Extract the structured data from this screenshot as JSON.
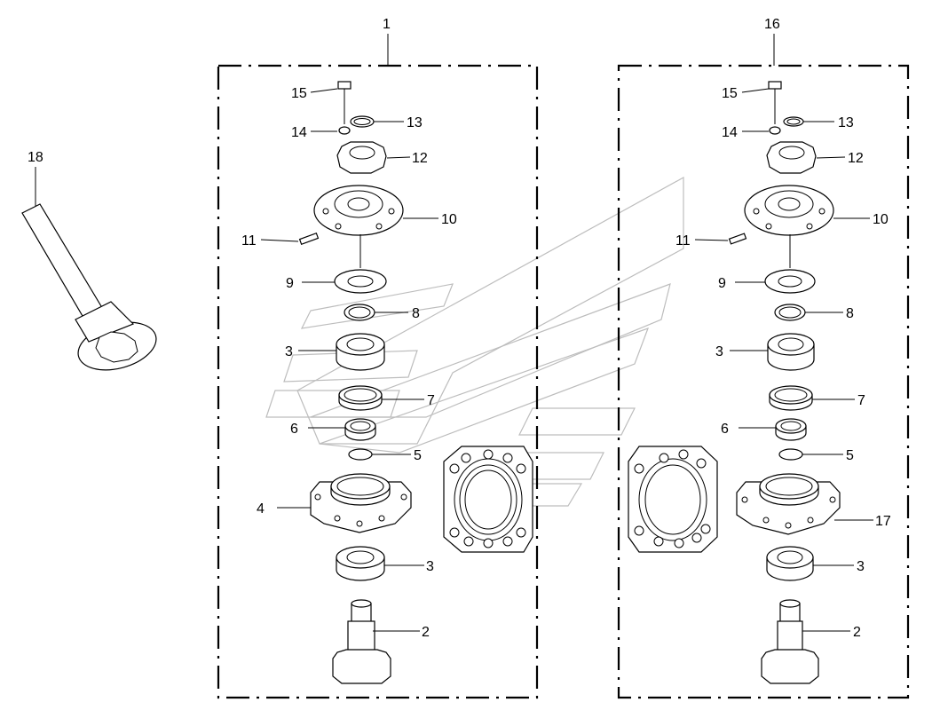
{
  "assemblies": [
    {
      "number": "1"
    },
    {
      "number": "16"
    }
  ],
  "callouts": {
    "left": [
      "15",
      "14",
      "13",
      "12",
      "10",
      "11",
      "9",
      "8",
      "3",
      "7",
      "6",
      "5",
      "4",
      "3",
      "2"
    ],
    "right": [
      "15",
      "14",
      "13",
      "12",
      "10",
      "11",
      "9",
      "8",
      "3",
      "7",
      "6",
      "5",
      "17",
      "3",
      "2"
    ],
    "tool": "18"
  },
  "colors": {
    "line": "#000000",
    "watermark": "#bdbdbd",
    "background": "#ffffff"
  }
}
